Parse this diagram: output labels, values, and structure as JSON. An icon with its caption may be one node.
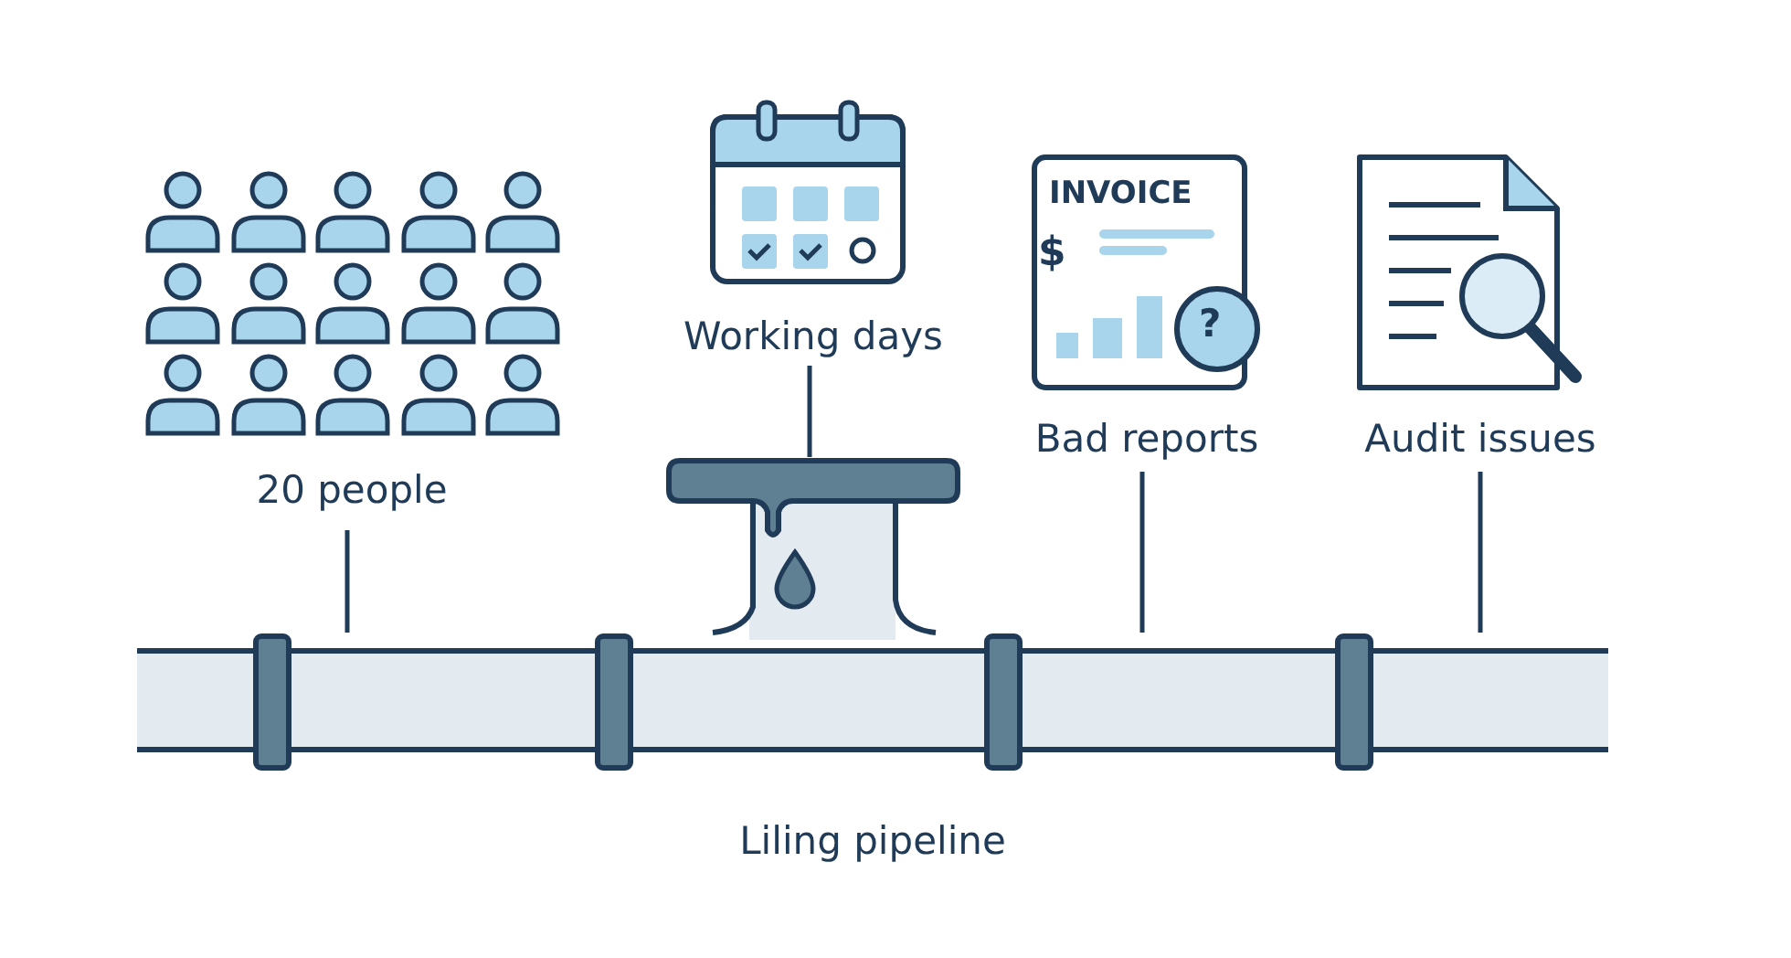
{
  "diagram": {
    "nodes": [
      {
        "text": [
          "20 people"
        ]
      },
      {
        "text": [
          "Working days"
        ]
      },
      {
        "text": [
          "Bad reports"
        ]
      },
      {
        "text": [
          "Audit issues"
        ]
      },
      {
        "text": [],
        "shape": "picture"
      },
      {
        "text": [
          "Liling pipeline"
        ]
      }
    ],
    "edges": [
      {
        "from": 0,
        "to": 5,
        "arrow": "none"
      },
      {
        "from": 1,
        "to": 4,
        "arrow": "none"
      },
      {
        "from": 2,
        "to": 5,
        "arrow": "none"
      },
      {
        "from": 3,
        "to": 5,
        "arrow": "none"
      }
    ],
    "labels": [
      "INVOICE",
      "$",
      "?"
    ]
  }
}
